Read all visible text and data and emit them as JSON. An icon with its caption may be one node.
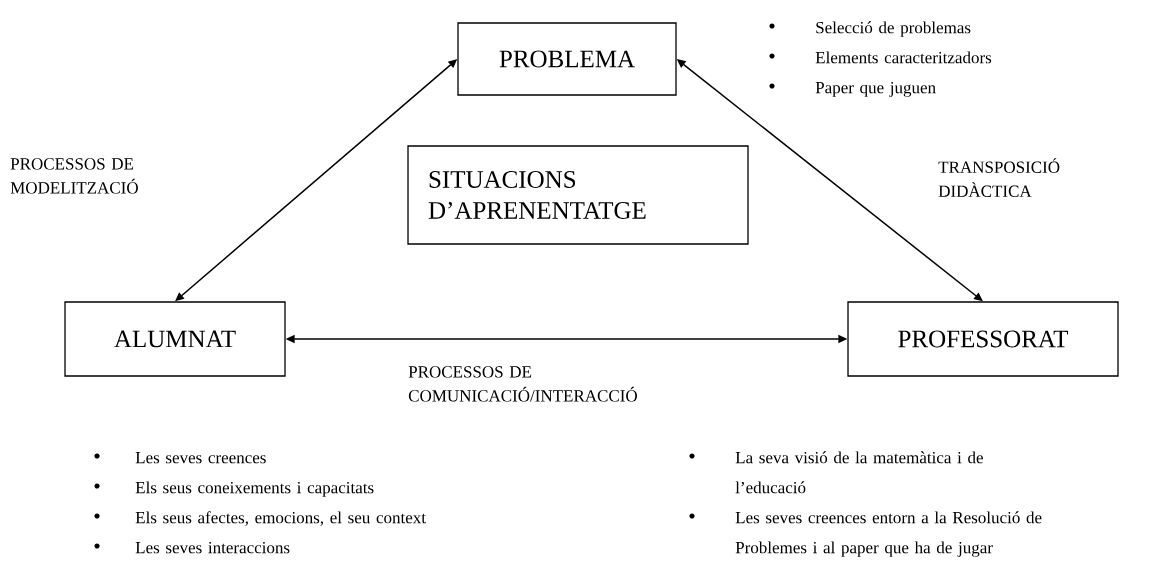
{
  "diagram": {
    "nodes": [
      {
        "text": [
          "PROBLEMA"
        ],
        "beside": [
          "Selecció de problemas",
          "Elements caracteritzadors",
          "Paper que juguen"
        ]
      },
      {
        "text": [
          "SITUACIONS D’APRENENTATGE"
        ]
      },
      {
        "text": [
          "ALUMNAT"
        ],
        "beside": [
          "Les seves creences",
          "Els seus coneixements i capacitats",
          "Els seus afectes, emocions, el seu context",
          "Les seves interaccions"
        ]
      },
      {
        "text": [
          "PROFESSORAT"
        ],
        "beside": [
          "La seva visió de la matemàtica i de l’educació",
          "Les seves creences entorn a la Resolució de Problemes i al paper que ha de jugar"
        ]
      }
    ],
    "edges": [
      {
        "from": 0,
        "to": 2,
        "arrow": "both"
      },
      {
        "from": 0,
        "to": 3,
        "arrow": "both"
      },
      {
        "from": 2,
        "to": 3,
        "arrow": "both"
      }
    ],
    "labels": [
      "PROCESSOS DE MODELITZACIÓ",
      "TRANSPOSICIÓ DIDÀCTICA",
      "PROCESSOS DE COMUNICACIÓ/INTERACCIÓ"
    ]
  }
}
